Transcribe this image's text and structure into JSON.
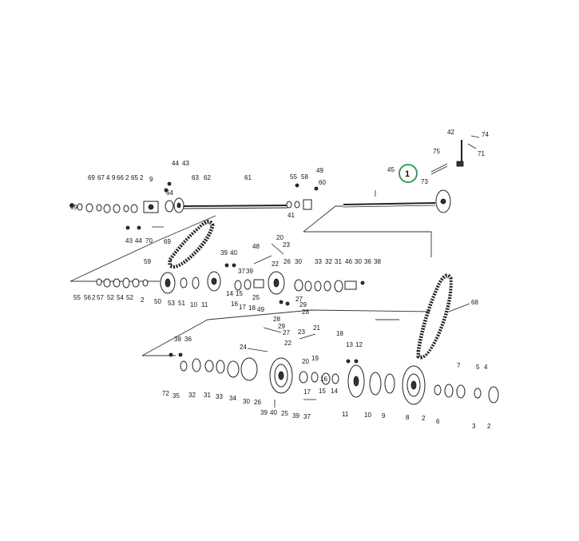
{
  "callout": {
    "number": "1",
    "color": "#3a9a5c"
  },
  "upper_shaft_labels": [
    "69",
    "67",
    "4",
    "9",
    "66",
    "2",
    "65",
    "2",
    "9",
    "44",
    "43",
    "64",
    "63",
    "62",
    "61",
    "55",
    "58",
    "49",
    "60",
    "41",
    "43",
    "44",
    "70",
    "69",
    "45",
    "75",
    "42",
    "74",
    "71",
    "73"
  ],
  "middle_labels": [
    "59",
    "39",
    "40",
    "48",
    "20",
    "23",
    "22",
    "26",
    "30",
    "37",
    "39",
    "33",
    "32",
    "31",
    "46",
    "30",
    "36",
    "38",
    "55",
    "56",
    "2",
    "57",
    "52",
    "54",
    "52",
    "2",
    "50",
    "53",
    "51",
    "10",
    "11",
    "14",
    "15",
    "16",
    "17",
    "18",
    "49",
    "25",
    "27",
    "29",
    "28",
    "68"
  ],
  "lower_labels": [
    "28",
    "29",
    "27",
    "23",
    "21",
    "18",
    "38",
    "36",
    "24",
    "22",
    "19",
    "20",
    "13",
    "12",
    "16",
    "7",
    "5",
    "4",
    "72",
    "35",
    "32",
    "31",
    "33",
    "34",
    "30",
    "26",
    "17",
    "15",
    "14",
    "11",
    "10",
    "9",
    "8",
    "2",
    "6",
    "3",
    "2",
    "39",
    "40",
    "25",
    "39",
    "37"
  ]
}
